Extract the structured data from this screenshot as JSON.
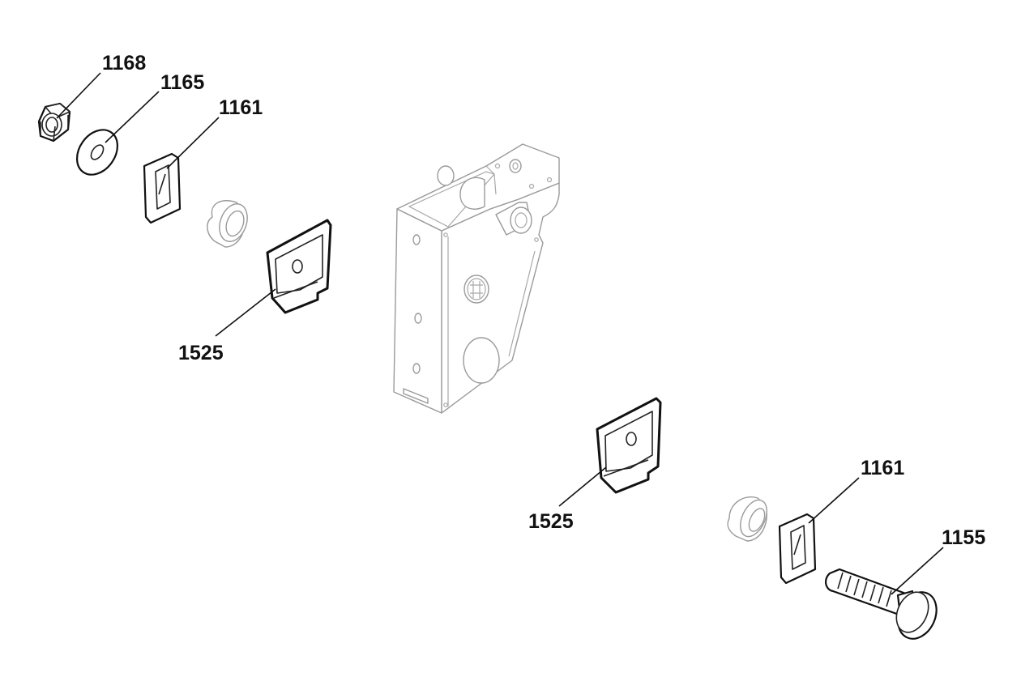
{
  "callouts": {
    "nut": "1168",
    "washer": "1165",
    "plate_top": "1161",
    "clip_top": "1525",
    "clip_bottom": "1525",
    "plate_bottom": "1161",
    "bolt": "1155"
  },
  "colors": {
    "line": "#111111",
    "ghost_line": "#9a9a9a",
    "background": "#ffffff"
  }
}
